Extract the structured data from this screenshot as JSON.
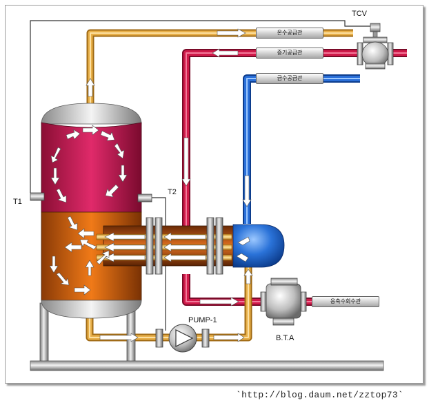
{
  "labels": {
    "tcv": "TCV",
    "t1": "T1",
    "t2": "T2",
    "pump": "PUMP-1",
    "bta": "B.T.A"
  },
  "pipe_labels": {
    "hot_water_supply": "온수공급관",
    "steam_supply": "증기공급관",
    "feed_water_supply": "급수공급관",
    "condensate_return": "응축수회수관"
  },
  "caption": "`http://blog.daum.net/zztop73`",
  "colors": {
    "hot_water_pipe": "#e8b04a",
    "steam_pipe": "#d01a4a",
    "feed_water_pipe": "#2a6fd8",
    "tank_top": "#c81e5a",
    "tank_bottom": "#e06a10",
    "metal": "#b8b8b8"
  }
}
